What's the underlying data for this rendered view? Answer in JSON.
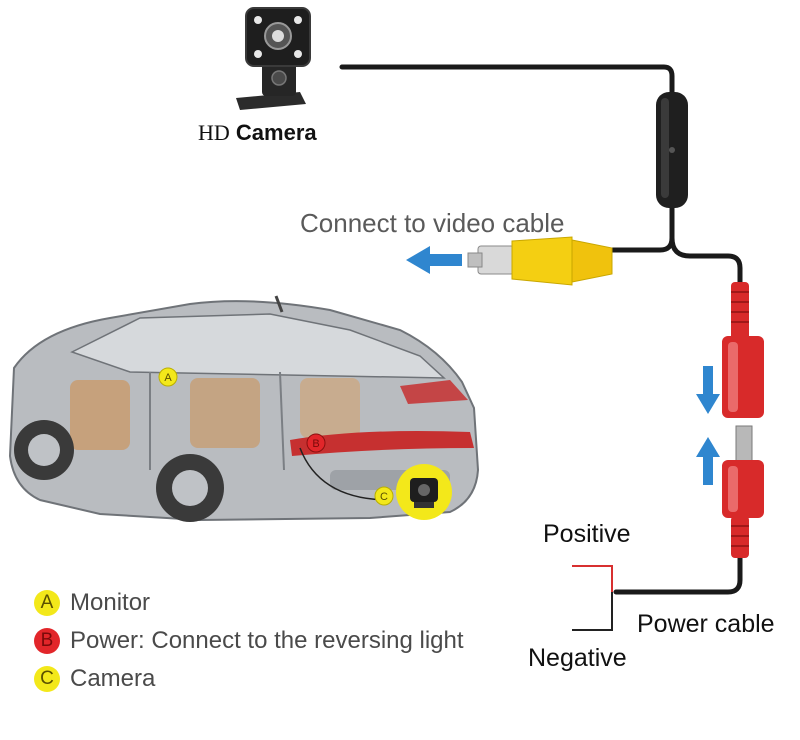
{
  "labels": {
    "hd_prefix": "HD",
    "camera_word": "Camera",
    "video_cable": "Connect  to video cable",
    "positive": "Positive",
    "power_cable": "Power cable",
    "negative": "Negative"
  },
  "car_markers": {
    "a": "A",
    "b": "B",
    "c": "C"
  },
  "legend": [
    {
      "letter": "A",
      "text": "Monitor",
      "color": "#f3e81a"
    },
    {
      "letter": "B",
      "text": "Power: Connect to the reversing light",
      "color": "#e2262a"
    },
    {
      "letter": "C",
      "text": "Camera",
      "color": "#f3e81a"
    }
  ],
  "colors": {
    "cable": "#1a1a1a",
    "rca_plug": "#f4cf12",
    "power_connector": "#d82a2a",
    "arrow": "#2f86cf",
    "positive_wire": "#d83030",
    "negative_wire": "#222222"
  }
}
